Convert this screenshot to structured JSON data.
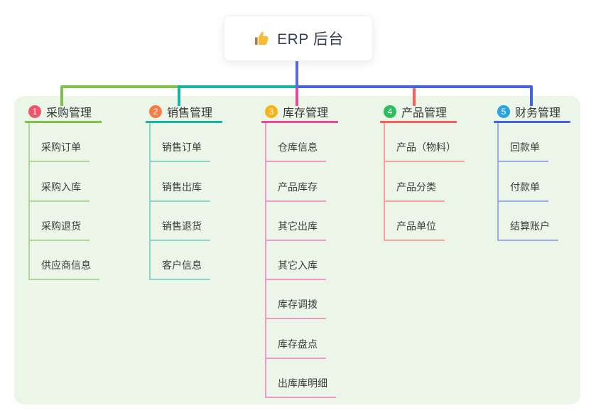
{
  "root": {
    "label": "ERP 后台",
    "icon": "thumbs-up-icon"
  },
  "colors": {
    "canvas_bg": "#FFFFFF",
    "panel_bg": "#EBF6E8",
    "root_line": "#5A68E0",
    "icon_gold": "#F7BC33",
    "icon_cuff": "#B07B43"
  },
  "branches": [
    {
      "num": "1",
      "title": "采购管理",
      "badge": "#F1556C",
      "color": "#7EC04A",
      "light": "#AFD897",
      "items": [
        "采购订单",
        "采购入库",
        "采购退货",
        "供应商信息"
      ]
    },
    {
      "num": "2",
      "title": "销售管理",
      "badge": "#F97C44",
      "color": "#17B3A5",
      "light": "#8AD4CC",
      "items": [
        "销售订单",
        "销售出库",
        "销售退货",
        "客户信息"
      ]
    },
    {
      "num": "3",
      "title": "库存管理",
      "badge": "#F7B217",
      "color": "#E9479A",
      "light": "#F298C6",
      "items": [
        "仓库信息",
        "产品库存",
        "其它出库",
        "其它入库",
        "库存调拨",
        "库存盘点",
        "出库库明细"
      ]
    },
    {
      "num": "4",
      "title": "产品管理",
      "badge": "#2CBE5C",
      "color": "#F8605C",
      "light": "#F9A29D",
      "items": [
        "产品（物料）",
        "产品分类",
        "产品单位"
      ]
    },
    {
      "num": "5",
      "title": "财务管理",
      "badge": "#2CA3DE",
      "color": "#4663D8",
      "light": "#9AACEC",
      "items": [
        "回款单",
        "付款单",
        "结算账户"
      ]
    }
  ]
}
